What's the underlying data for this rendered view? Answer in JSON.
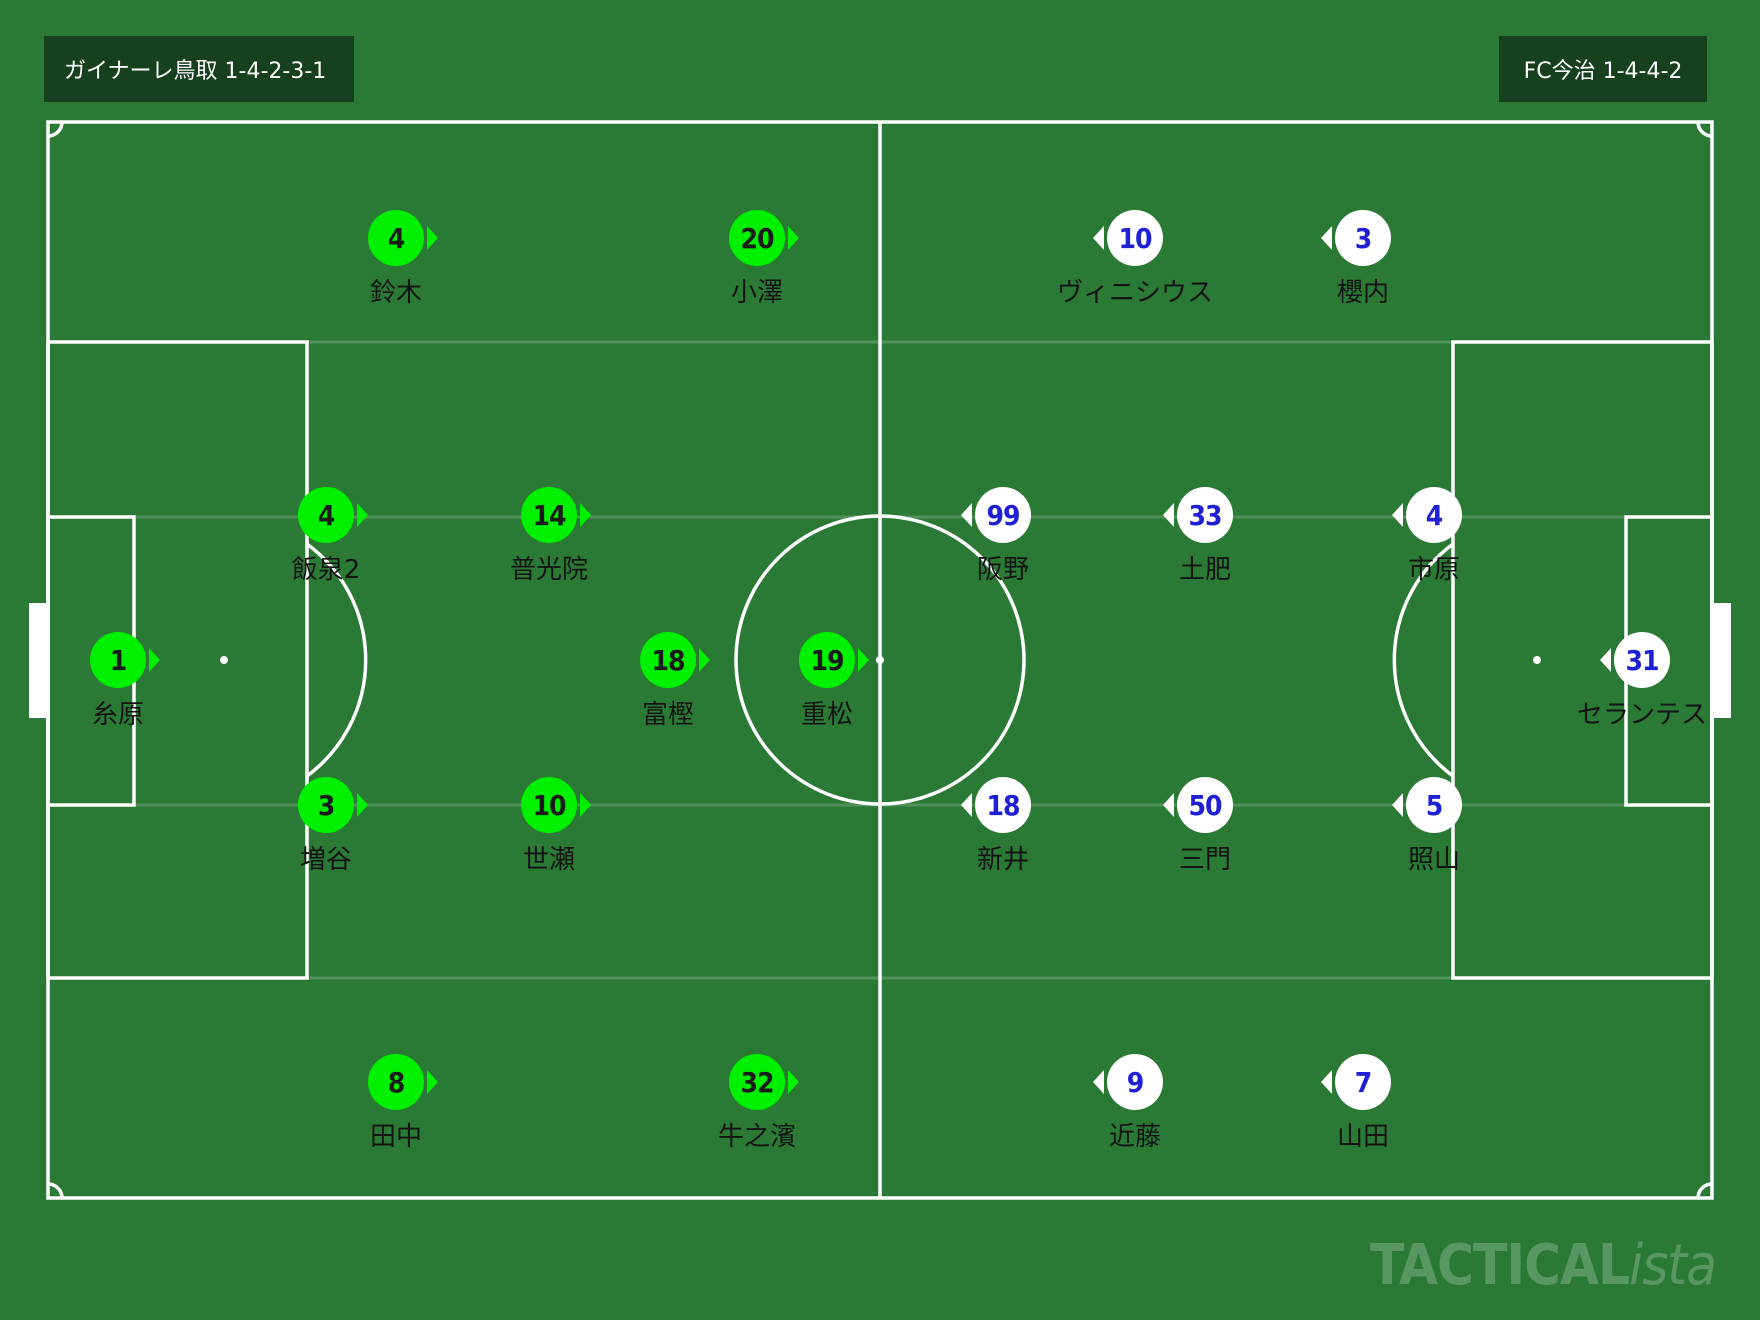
{
  "home_team": {
    "label": "ガイナーレ鳥取 1-4-2-3-1",
    "color": "#00f100"
  },
  "away_team": {
    "label": "FC今治 1-4-4-2",
    "color": "#ffffff",
    "number_color": "#1f1fd6"
  },
  "home_players": [
    {
      "number": "1",
      "name": "糸原"
    },
    {
      "number": "4",
      "name": "飯泉2"
    },
    {
      "number": "3",
      "name": "増谷"
    },
    {
      "number": "4",
      "name": "鈴木"
    },
    {
      "number": "8",
      "name": "田中"
    },
    {
      "number": "14",
      "name": "普光院"
    },
    {
      "number": "10",
      "name": "世瀬"
    },
    {
      "number": "18",
      "name": "富樫"
    },
    {
      "number": "20",
      "name": "小澤"
    },
    {
      "number": "32",
      "name": "牛之濱"
    },
    {
      "number": "19",
      "name": "重松"
    }
  ],
  "away_players": [
    {
      "number": "31",
      "name": "セランテス"
    },
    {
      "number": "4",
      "name": "市原"
    },
    {
      "number": "5",
      "name": "照山"
    },
    {
      "number": "3",
      "name": "櫻内"
    },
    {
      "number": "7",
      "name": "山田"
    },
    {
      "number": "33",
      "name": "土肥"
    },
    {
      "number": "50",
      "name": "三門"
    },
    {
      "number": "10",
      "name": "ヴィニシウス"
    },
    {
      "number": "9",
      "name": "近藤"
    },
    {
      "number": "99",
      "name": "阪野"
    },
    {
      "number": "18",
      "name": "新井"
    }
  ],
  "watermark": {
    "main": "TACTICAL",
    "italic": "ista"
  }
}
